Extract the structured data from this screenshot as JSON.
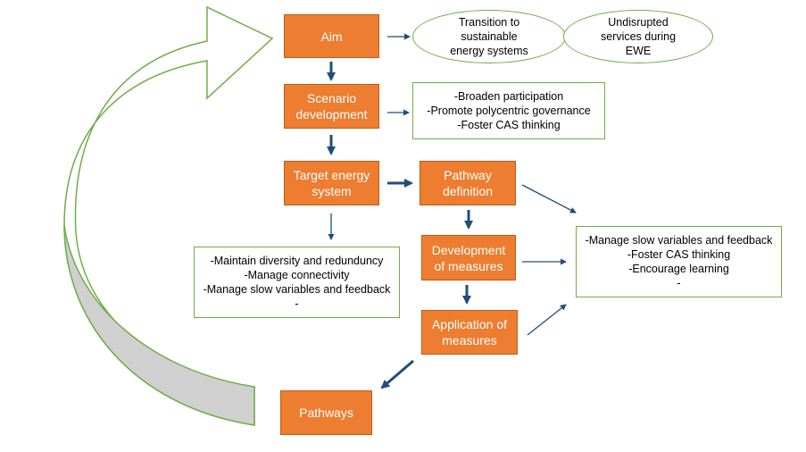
{
  "nodes": {
    "aim": "Aim",
    "scenario": "Scenario\ndevelopment",
    "target": "Target energy\nsystem",
    "pathway_def": "Pathway\ndefinition",
    "dev_measures": "Development\nof measures",
    "app_measures": "Application of\nmeasures",
    "pathways": "Pathways"
  },
  "goals": {
    "transition": "Transition to\nsustainable\nenergy systems",
    "undisrupted": "Undisrupted\nservices during\nEWE"
  },
  "lists": {
    "scenario": [
      "-Broaden participation",
      "-Promote polycentric governance",
      "-Foster CAS thinking"
    ],
    "target": [
      "-Maintain diversity and redunduncy",
      "-Manage connectivity",
      "-Manage slow variables and feedback",
      "-"
    ],
    "pathway": [
      "-Manage slow variables and feedback",
      "-Foster CAS thinking",
      "-Encourage learning",
      "-"
    ]
  },
  "colors": {
    "box_fill": "#ED7D31",
    "box_border": "#C55A11",
    "outline_green": "#70AD47",
    "arrow_blue": "#1F4E79",
    "loop_fill": "#D0D0D0"
  }
}
